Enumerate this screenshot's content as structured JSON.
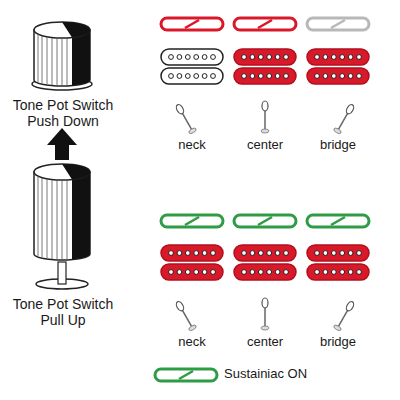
{
  "diagram": {
    "labels": [
      "Tone Pot Switch Push Down",
      "neck",
      "center",
      "bridge",
      "Tone Pot Switch Pull Up",
      "neck",
      "center",
      "bridge"
    ],
    "legend": [
      {
        "text": "Sustainiac ON"
      }
    ]
  }
}
